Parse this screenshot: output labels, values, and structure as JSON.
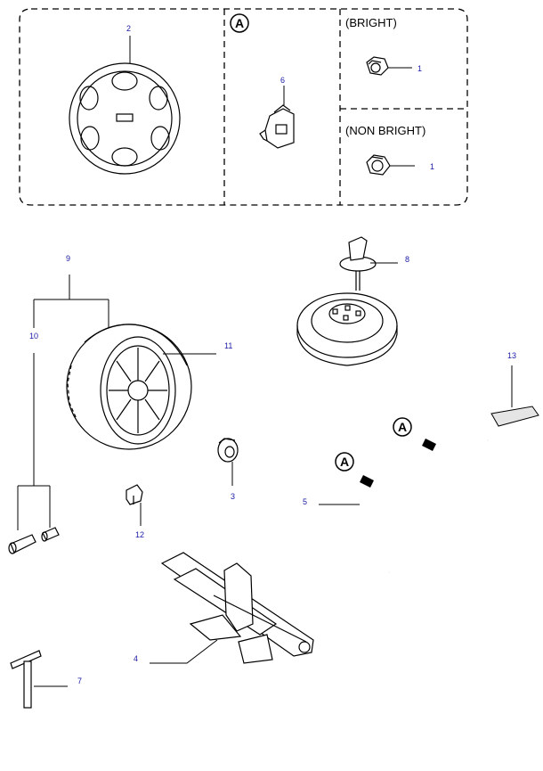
{
  "callouts": {
    "c1a": "1",
    "c1b": "1",
    "c2": "2",
    "c3": "3",
    "c4": "4",
    "c5": "5",
    "c6": "6",
    "c7": "7",
    "c8": "8",
    "c9": "9",
    "c10": "10",
    "c11": "11",
    "c12": "12",
    "c13": "13"
  },
  "headers": {
    "bright": "(BRIGHT)",
    "non_bright": "(NON BRIGHT)"
  },
  "view_markers": {
    "box_marker": "A",
    "arrow_marker_1": "A",
    "arrow_marker_2": "A"
  },
  "colors": {
    "callout": "#1a1aa6",
    "line": "#000000"
  }
}
